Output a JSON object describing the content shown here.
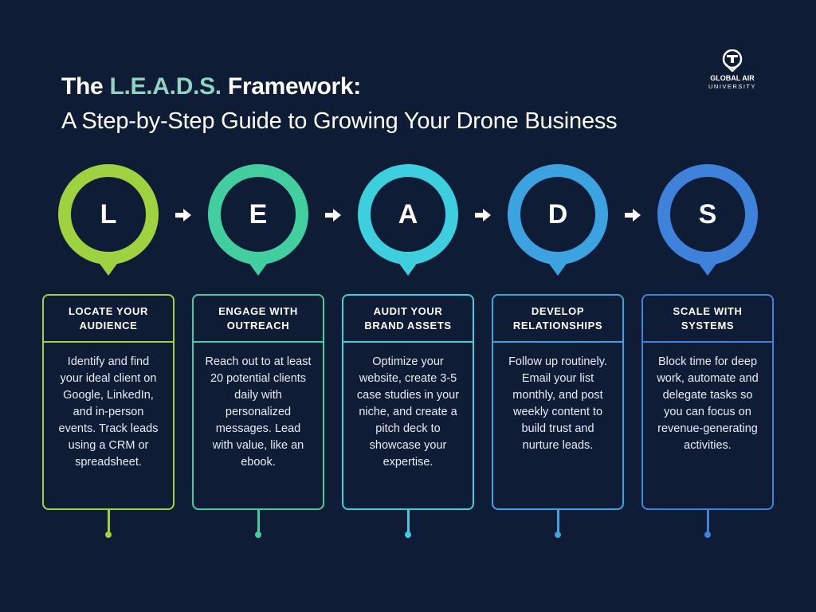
{
  "header": {
    "title_prefix": "The ",
    "title_accent": "L.E.A.D.S.",
    "title_suffix": " Framework:",
    "subtitle": "A Step-by-Step Guide to Growing Your Drone Business"
  },
  "logo": {
    "line1": "GLOBAL AIR",
    "line2": "UNIVERSITY"
  },
  "colors": {
    "background": "#0f1c36",
    "accent": "#8fd3c0",
    "L": "#9fd23f",
    "E": "#42cfa0",
    "A": "#3ccfdd",
    "D": "#3aa3e0",
    "S": "#3f82dc"
  },
  "steps": [
    {
      "letter": "L",
      "heading": "LOCATE YOUR AUDIENCE",
      "body": "Identify and find your ideal client on Google, LinkedIn, and in-person events. Track leads using a CRM or spreadsheet."
    },
    {
      "letter": "E",
      "heading": "ENGAGE WITH OUTREACH",
      "body": "Reach out to at least 20 potential clients daily with personalized messages. Lead with value, like an ebook."
    },
    {
      "letter": "A",
      "heading": "AUDIT YOUR BRAND ASSETS",
      "body": "Optimize your website, create 3-5 case studies in your niche, and create a pitch deck to showcase your expertise."
    },
    {
      "letter": "D",
      "heading": "DEVELOP RELATIONSHIPS",
      "body": "Follow up routinely. Email your list monthly, and post weekly content to build trust and nurture leads."
    },
    {
      "letter": "S",
      "heading": "SCALE WITH SYSTEMS",
      "body": "Block time for deep work, automate and delegate tasks so you can focus on revenue-generating activities."
    }
  ]
}
